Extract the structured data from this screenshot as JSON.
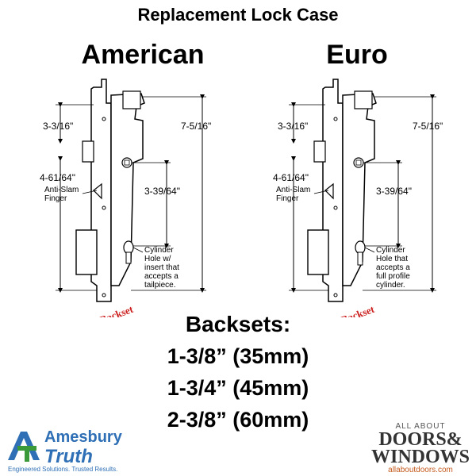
{
  "title": "Replacement Lock Case",
  "diagrams": {
    "american": {
      "heading": "American",
      "dims": [
        "3-3/16\"",
        "7-5/16\"",
        "4-61/64\"",
        "3-39/64\""
      ],
      "notes": [
        "Anti-Slam",
        "Finger"
      ],
      "cyl": [
        "Cylinder",
        "Hole w/",
        "insert that",
        "accepts a",
        "tailpiece."
      ],
      "backset_label": "Backset"
    },
    "euro": {
      "heading": "Euro",
      "dims": [
        "3-3/16\"",
        "7-5/16\"",
        "4-61/64\"",
        "3-39/64\""
      ],
      "notes": [
        "Anti-Slam",
        "Finger"
      ],
      "cyl": [
        "Cylinder",
        "Hole that",
        "accepts a",
        "full profile",
        "cylinder."
      ],
      "backset_label": "Backset"
    }
  },
  "backsets": {
    "title": "Backsets:",
    "items": [
      "1-3/8” (35mm)",
      "1-3/4” (45mm)",
      "2-3/8” (60mm)"
    ]
  },
  "logos": {
    "amesbury": "Amesbury",
    "truth": "Truth",
    "tagline": "Engineered Solutions. Trusted Results.",
    "all_about": "ALL ABOUT",
    "doors": "DOORS&",
    "windows": "WINDOWS",
    "site": "allaboutdoors.com"
  },
  "colors": {
    "backset_red": "#cc1f1f",
    "amesbury_blue": "#2e6fb5",
    "amesbury_green": "#3a9a3a"
  }
}
